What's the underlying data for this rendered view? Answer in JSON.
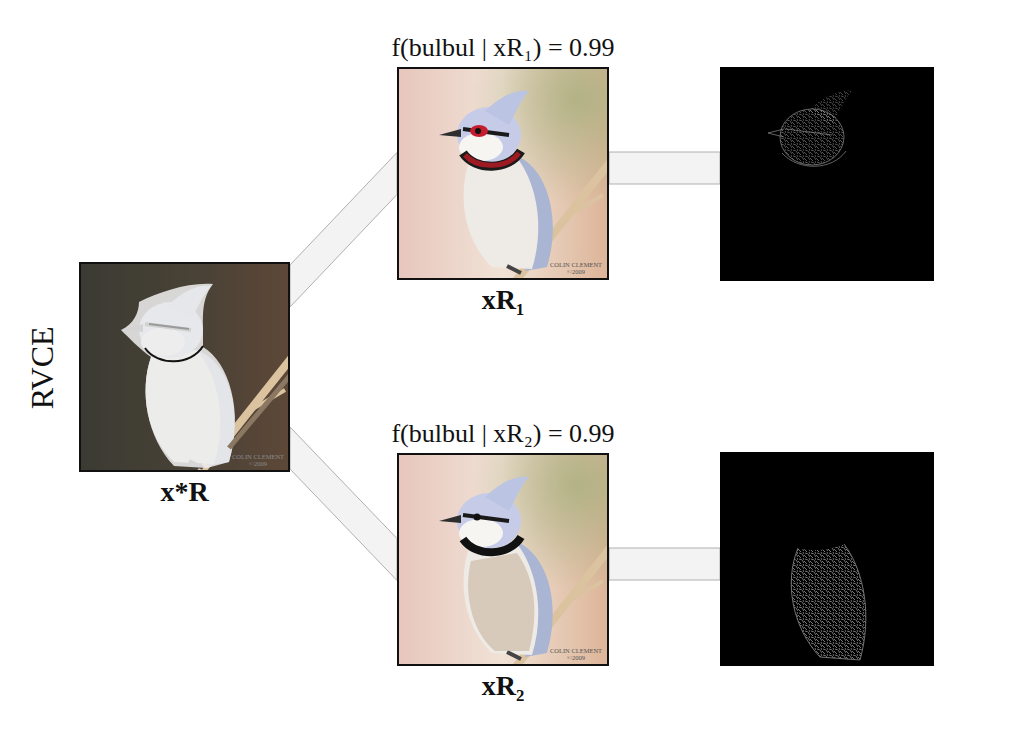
{
  "diagram": {
    "nodes": [
      {
        "text": [
          "x*R"
        ]
      },
      {
        "text": [
          "f(bulbul | xR₁) = 0.99",
          "xR₁"
        ]
      },
      {
        "text": [
          "f(bulbul | xR₂) = 0.99",
          "xR₂"
        ]
      }
    ],
    "edges": [
      {
        "from": 0,
        "to": 1,
        "arrow": "none"
      },
      {
        "from": 0,
        "to": 2,
        "arrow": "none"
      }
    ],
    "labels": [
      "RVCE",
      "COLIN CLEMENT ©2009",
      "COLIN CLEMENT ©2009",
      "COLIN CLEMENT ©2009"
    ]
  }
}
